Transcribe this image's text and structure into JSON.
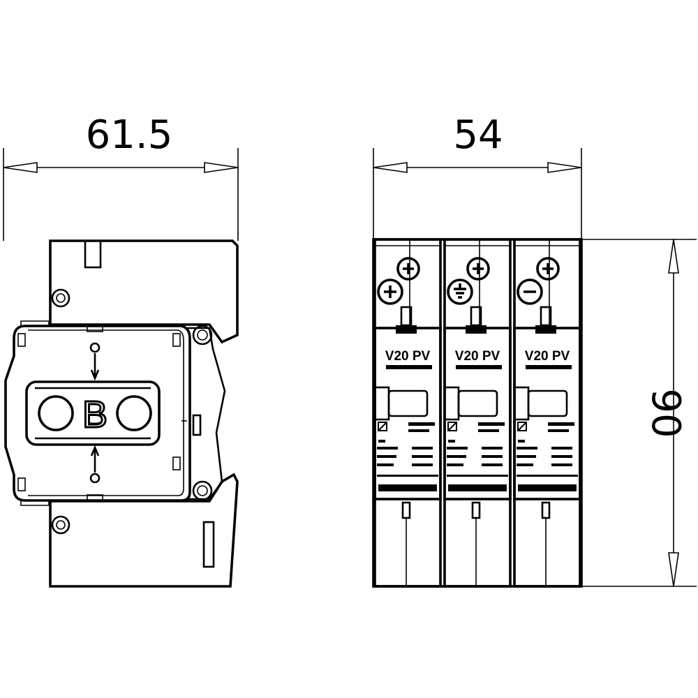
{
  "dimensions": {
    "width_side": "61.5",
    "width_front": "54",
    "height_front": "90"
  },
  "side_view": {
    "logo_letters": [
      "O",
      "B",
      "O"
    ]
  },
  "modules": [
    {
      "model": "V20 PV",
      "top_polarity": "+",
      "bottom_polarity": "+"
    },
    {
      "model": "V20 PV",
      "top_polarity": "+",
      "bottom_polarity": "earth"
    },
    {
      "model": "V20 PV",
      "top_polarity": "+",
      "bottom_polarity": "−"
    }
  ],
  "colors": {
    "stroke": "#000000",
    "background": "#ffffff"
  }
}
